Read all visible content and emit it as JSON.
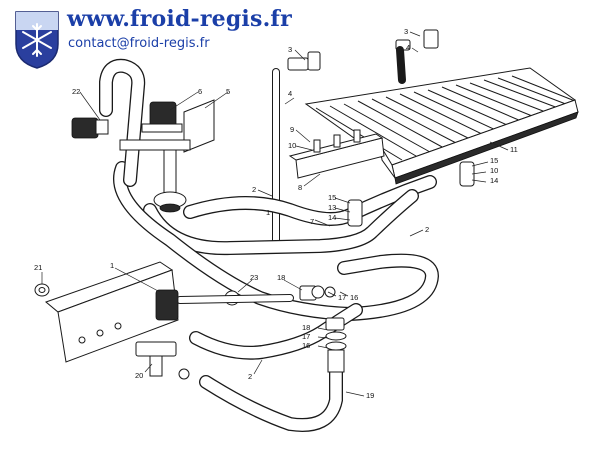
{
  "header": {
    "url_text": "www.froid-regis.fr",
    "contact_text": "contact@froid-regis.fr",
    "logo_icon": "snowflake-shield-icon",
    "brand_color": "#1b3fa8"
  },
  "callouts": [
    "22",
    "6",
    "5",
    "3",
    "4",
    "3",
    "4",
    "9",
    "10",
    "8",
    "2",
    "1",
    "7",
    "11",
    "15",
    "13",
    "14",
    "15",
    "10",
    "14",
    "2",
    "21",
    "1",
    "23",
    "18",
    "17",
    "16",
    "18",
    "17",
    "16",
    "20",
    "2",
    "19"
  ]
}
